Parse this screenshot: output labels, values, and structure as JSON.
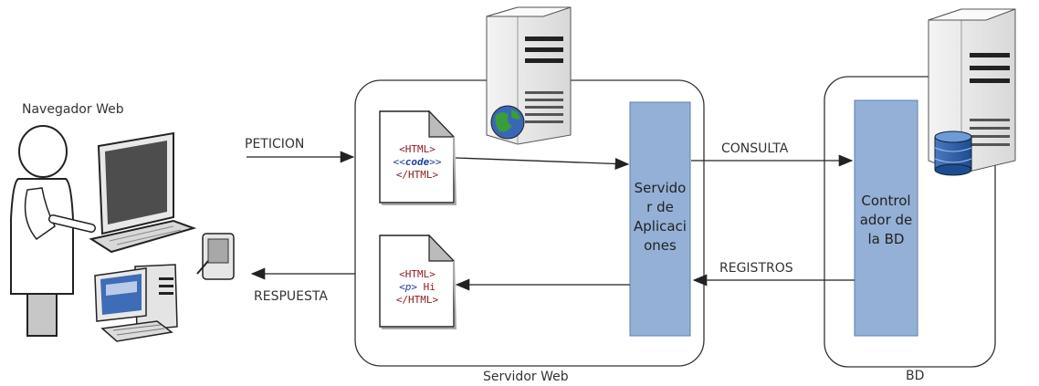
{
  "browser": {
    "label": "Navegador Web"
  },
  "web_server": {
    "label": "Servidor Web"
  },
  "db_container": {
    "label": "BD"
  },
  "app_server": {
    "lines": [
      "Servido",
      "r de",
      "Aplicaci",
      "ones"
    ]
  },
  "db_controller": {
    "lines": [
      "Control",
      "ador de",
      "la BD"
    ]
  },
  "arrows": {
    "request": "PETICION",
    "response": "RESPUESTA",
    "query": "CONSULTA",
    "records": "REGISTROS"
  },
  "doc_request": {
    "line1": "<HTML>",
    "line2_prefix": "<<",
    "line2_code": "code",
    "line2_suffix": ">>",
    "line3": "</HTML>"
  },
  "doc_response": {
    "line1": "<HTML>",
    "line2_tag": "<p>",
    "line2_text": " Hi",
    "line3": "</HTML>"
  },
  "colors": {
    "accent_box": "#94b0d6",
    "accent_border": "#5a7fb0",
    "arrow": "#222222",
    "code_red": "#8b1a1a",
    "code_blue": "#1f3f9a"
  },
  "icons": [
    "user-icon",
    "laptop-icon",
    "pda-icon",
    "desktop-pc-icon",
    "web-server-tower-icon",
    "globe-icon",
    "db-server-tower-icon",
    "database-icon",
    "html-document-icon"
  ]
}
